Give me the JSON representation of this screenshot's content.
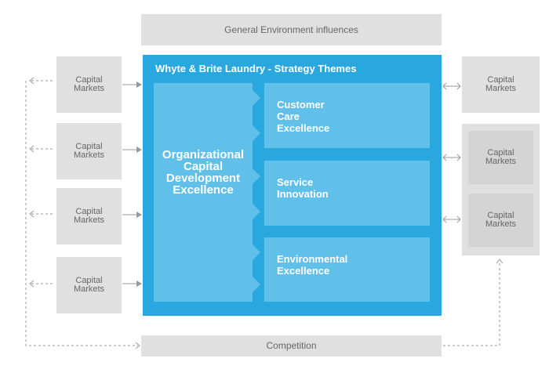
{
  "top_bar": {
    "label": "General Environment influences"
  },
  "main": {
    "title": "Whyte & Brite Laundry - Strategy Themes",
    "foundation": "Organizational Capital Development Excellence",
    "themes": [
      {
        "label": "Customer Care Excellence"
      },
      {
        "label": "Service Innovation"
      },
      {
        "label": "Environmental Excellence"
      }
    ]
  },
  "left_boxes": [
    {
      "label": "Capital Markets"
    },
    {
      "label": "Capital Markets"
    },
    {
      "label": "Capital Markets"
    },
    {
      "label": "Capital Markets"
    }
  ],
  "right_boxes": [
    {
      "label": "Capital Markets"
    },
    {
      "label": "Capital Markets"
    },
    {
      "label": "Capital Markets"
    }
  ],
  "bottom_bar": {
    "label": "Competition"
  },
  "colors": {
    "primary": "#29a8e0",
    "panel": "#60c0ea",
    "box": "#e0e0e0",
    "arrow": "#999999"
  }
}
